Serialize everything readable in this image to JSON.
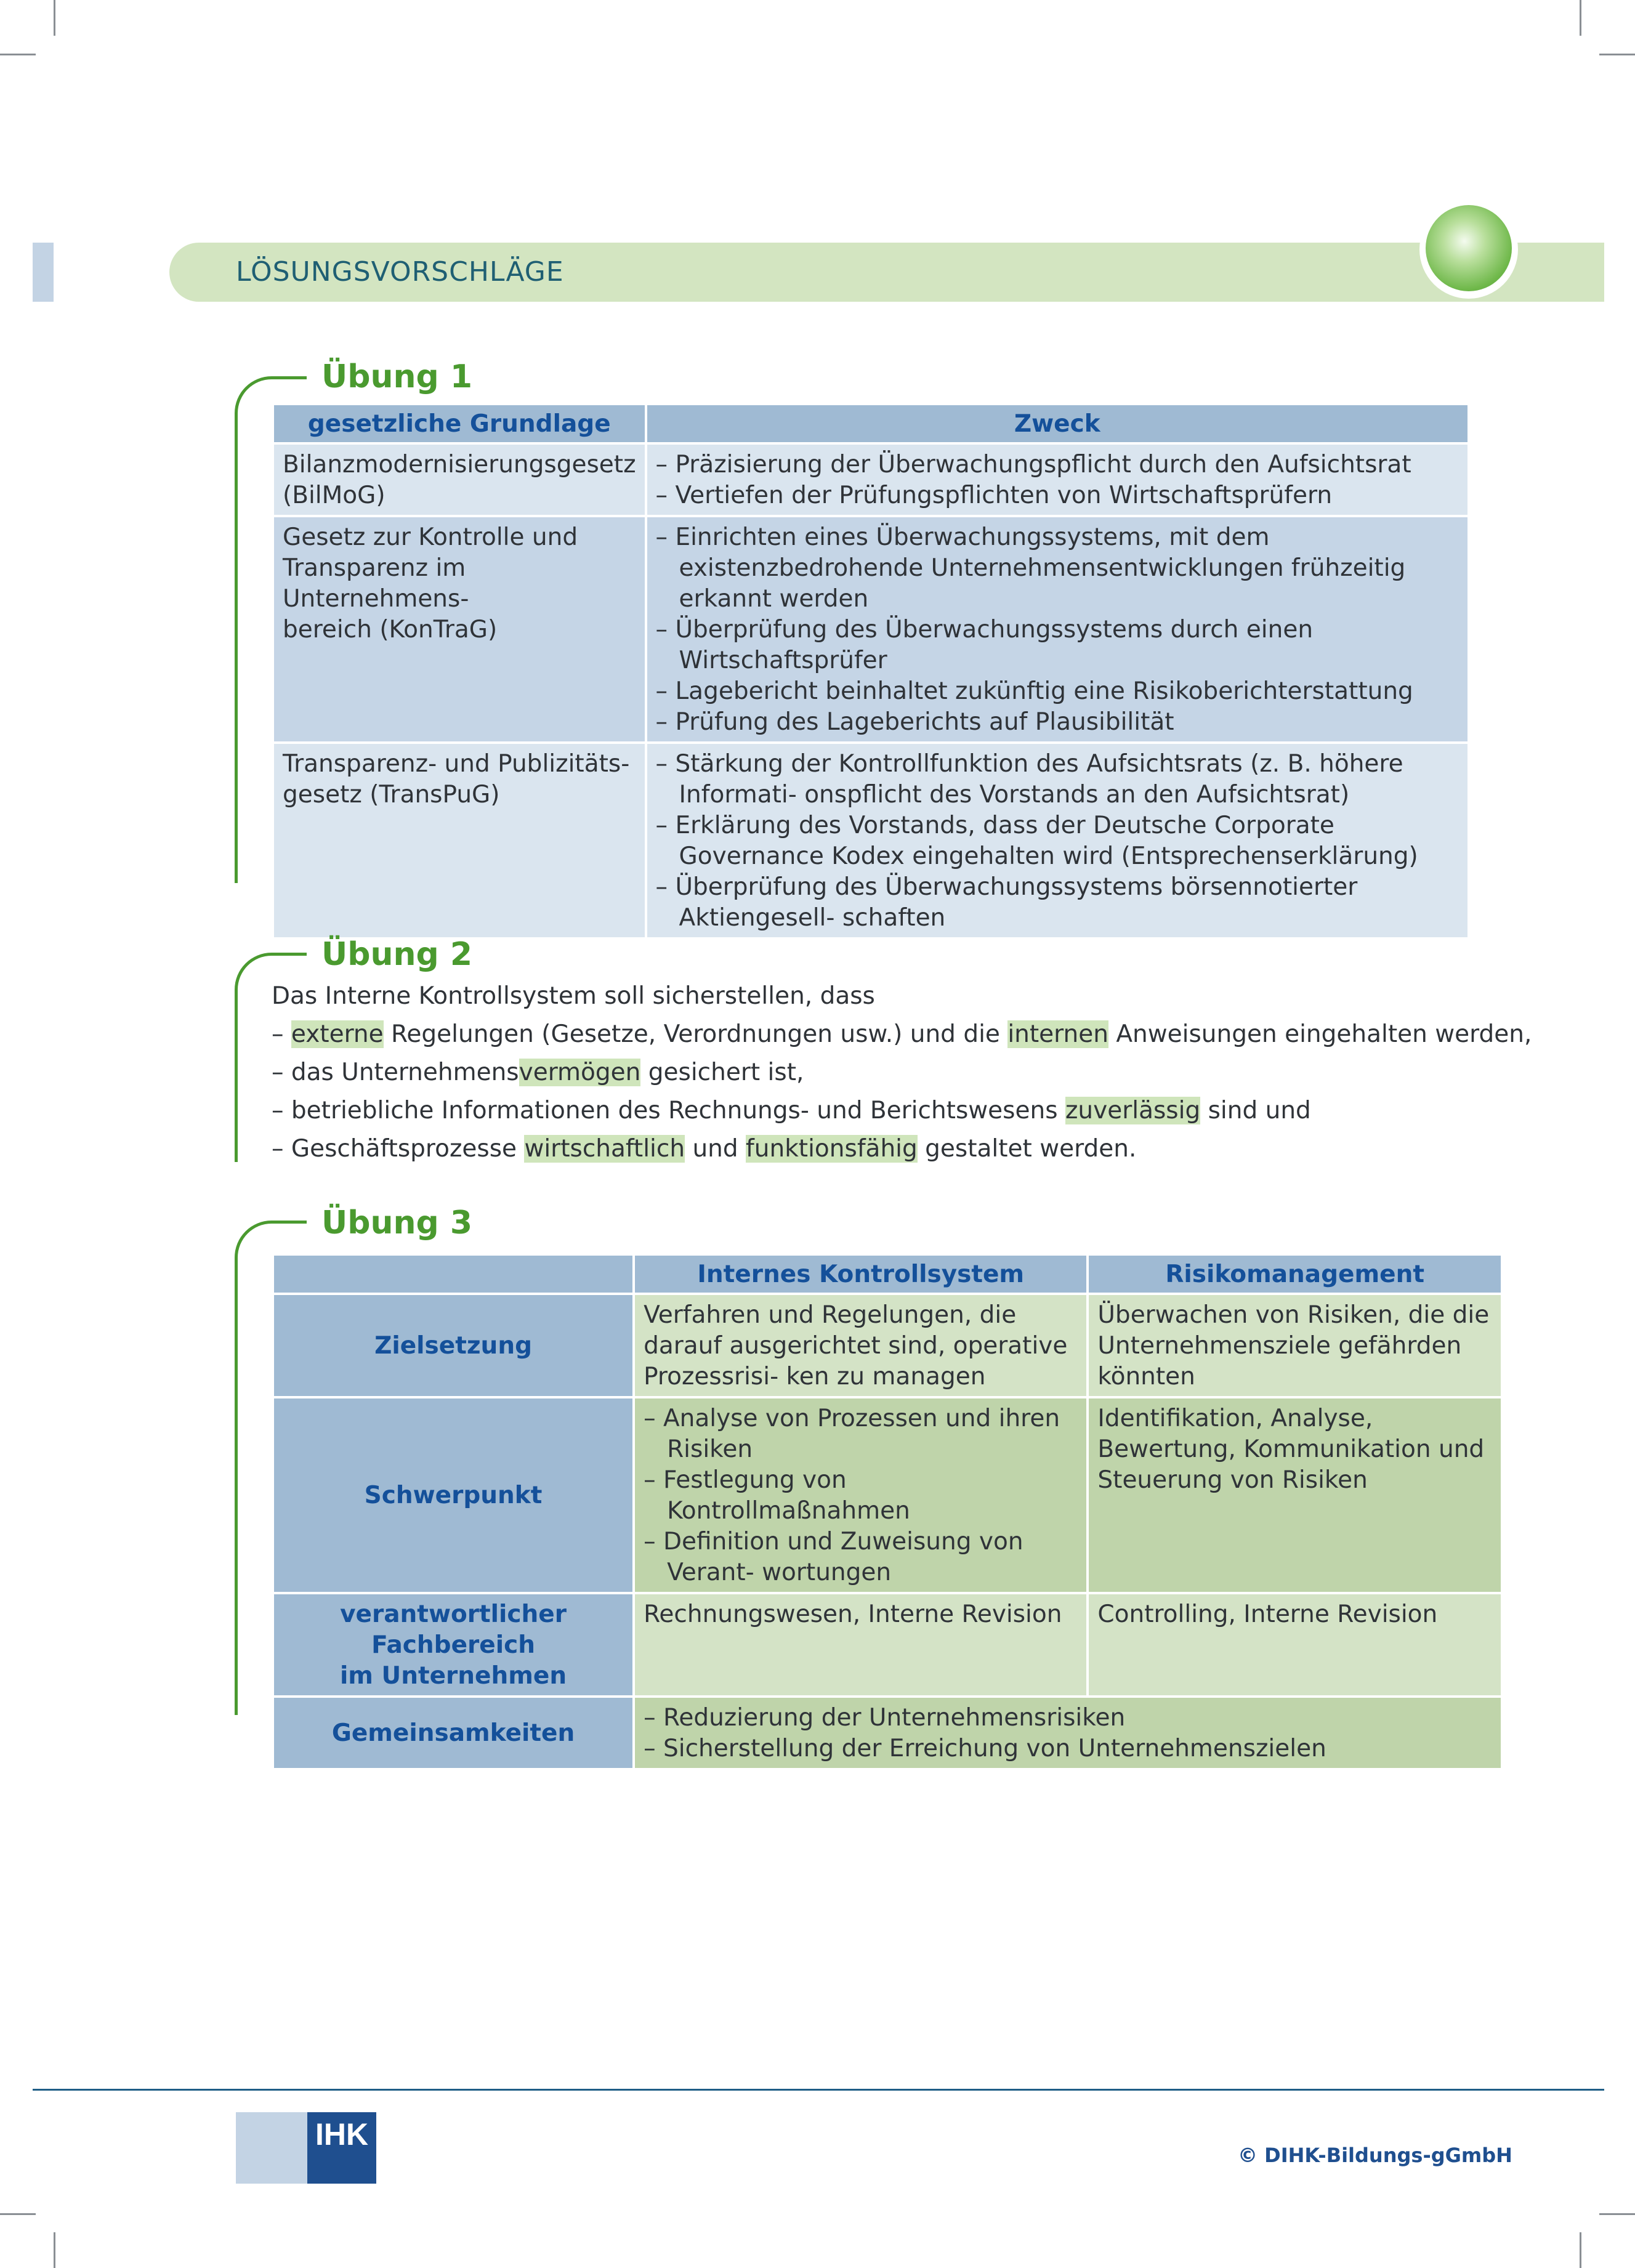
{
  "header": {
    "title": "LÖSUNGSVORSCHLÄGE"
  },
  "u1": {
    "title": "Übung 1",
    "headers": [
      "gesetzliche Grundlage",
      "Zweck"
    ],
    "rows": [
      {
        "law": [
          "Bilanzmodernisierungsgesetz",
          "(BilMoG)"
        ],
        "items": [
          "– Präzisierung der Überwachungspflicht durch den Aufsichtsrat",
          "– Vertiefen der Prüfungspflichten von Wirtschaftsprüfern"
        ]
      },
      {
        "law": [
          "Gesetz zur Kontrolle und",
          "Transparenz im Unternehmens-",
          "bereich (KonTraG)"
        ],
        "items": [
          "– Einrichten eines Überwachungssystems, mit dem existenzbedrohende Unternehmensentwicklungen frühzeitig erkannt werden",
          "– Überprüfung des Überwachungssystems durch einen Wirtschaftsprüfer",
          "– Lagebericht beinhaltet zukünftig eine Risikoberichterstattung",
          "– Prüfung des Lageberichts auf Plausibilität"
        ]
      },
      {
        "law": [
          "Transparenz- und Publizitäts-",
          "gesetz (TransPuG)"
        ],
        "items": [
          "– Stärkung der Kontrollfunktion des Aufsichtsrats (z. B. höhere Informati- onspflicht des Vorstands an den Aufsichtsrat)",
          "– Erklärung des Vorstands, dass der Deutsche Corporate Governance Kodex eingehalten wird (Entsprechenserklärung)",
          "– Überprüfung des Überwachungssystems börsennotierter Aktiengesell- schaften"
        ]
      }
    ]
  },
  "u2": {
    "title": "Übung 2",
    "intro": "Das Interne Kontrollsystem soll sicherstellen, dass",
    "l1": {
      "a": "– ",
      "h1": "externe",
      "b": " Regelungen (Gesetze, Verordnungen usw.) und die ",
      "h2": "internen",
      "c": " Anweisungen eingehalten werden,"
    },
    "l2": {
      "a": "– das Unternehmens",
      "h1": "vermögen",
      "b": " gesichert ist,"
    },
    "l3": {
      "a": "– betriebliche Informationen des Rechnungs- und Berichtswesens ",
      "h1": "zuverlässig",
      "b": " sind und"
    },
    "l4": {
      "a": "– Geschäftsprozesse ",
      "h1": "wirtschaftlich",
      "b": " und ",
      "h2": "funktionsfähig",
      "c": " gestaltet werden."
    }
  },
  "u3": {
    "title": "Übung 3",
    "headers": [
      "",
      "Internes Kontrollsystem",
      "Risikomanagement"
    ],
    "rows": {
      "ziel": {
        "head": "Zielsetzung",
        "iks": "Verfahren und Regelungen, die darauf ausgerichtet sind, operative Prozessrisi- ken zu managen",
        "rm": "Überwachen von Risiken, die die Unternehmensziele gefährden könnten"
      },
      "schwer": {
        "head": "Schwerpunkt",
        "iks": [
          "– Analyse von Prozessen und ihren Risiken",
          "– Festlegung von Kontrollmaßnahmen",
          "– Definition und Zuweisung von Verant- wortungen"
        ],
        "rm": "Identifikation, Analyse, Bewertung, Kommunikation und Steuerung von Risiken"
      },
      "fach": {
        "head": [
          "verantwortlicher Fachbereich",
          "im Unternehmen"
        ],
        "iks": "Rechnungswesen, Interne Revision",
        "rm": "Controlling, Interne Revision"
      },
      "gemein": {
        "head": "Gemeinsamkeiten",
        "items": [
          "– Reduzierung der Unternehmensrisiken",
          "– Sicherstellung der Erreichung von Unternehmenszielen"
        ]
      }
    }
  },
  "footer": {
    "logo": "IHK",
    "copyright": "© DIHK-Bildungs-gGmbH"
  },
  "colors": {
    "green": "#4a9a2f",
    "blue_header": "#9fbad3",
    "dark_blue": "#14509a"
  }
}
